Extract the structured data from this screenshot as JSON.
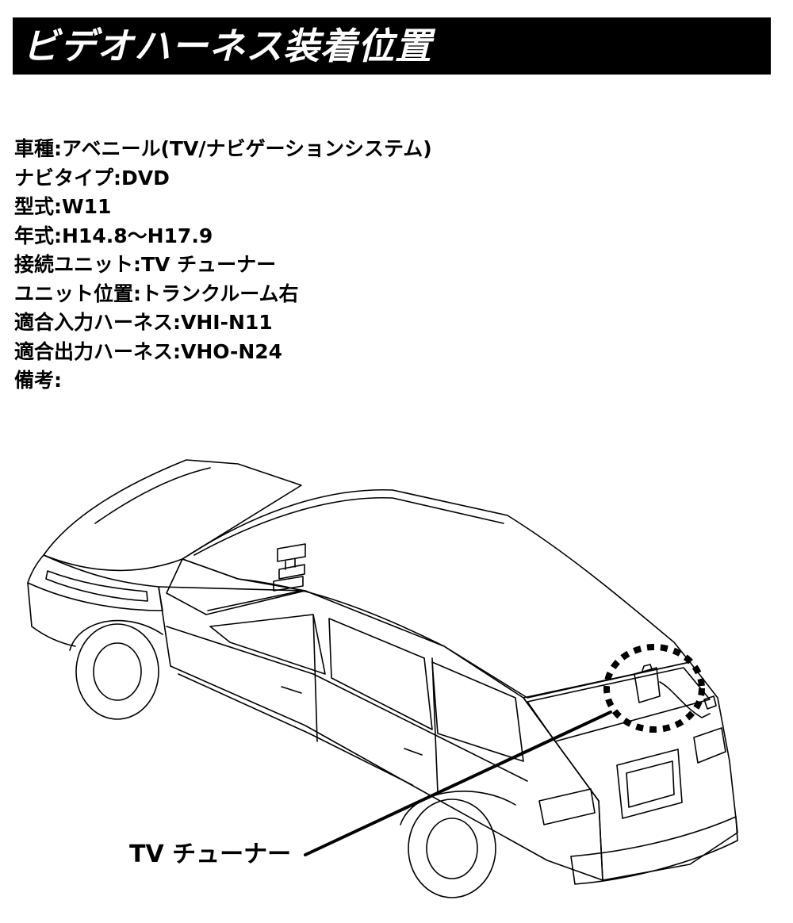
{
  "header": {
    "title": "ビデオハーネス装着位置"
  },
  "specs": {
    "vehicle": "車種:アベニール(TV/ナビゲーションシステム)",
    "navi_type": "ナビタイプ:DVD",
    "model": "型式:W11",
    "year": "年式:H14.8〜H17.9",
    "unit": "接続ユニット:TV チューナー",
    "unit_position": "ユニット位置:トランクルーム右",
    "input_harness": "適合入力ハーネス:VHI-N11",
    "output_harness": "適合出力ハーネス:VHO-N24",
    "remarks": "備考:"
  },
  "diagram": {
    "callout_label": "TV チューナー",
    "colors": {
      "line": "#000000",
      "background": "#ffffff",
      "title_bar": "#000000",
      "title_text": "#ffffff"
    }
  }
}
